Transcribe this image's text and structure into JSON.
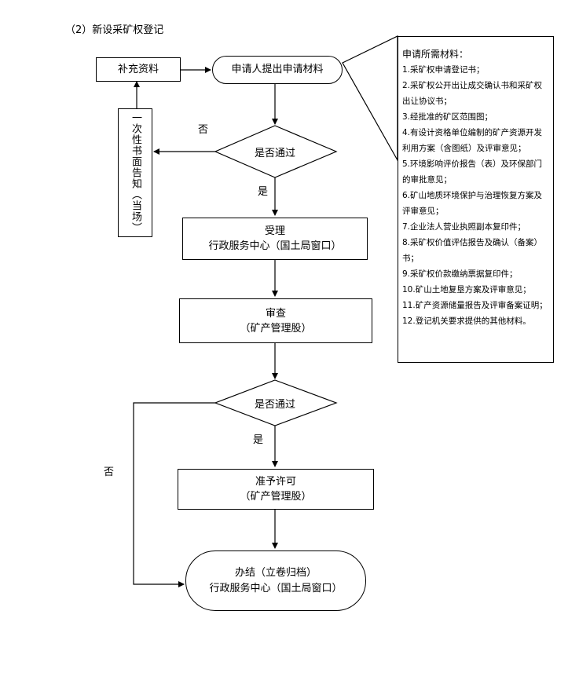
{
  "heading": "（2）新设采矿权登记",
  "nodes": {
    "supplement": "补充资料",
    "apply": "申请人提出申请材料",
    "decision1": "是否通过",
    "one_time_notice": "一次性书面告知（当场）",
    "accept_title": "受理",
    "accept_sub": "行政服务中心（国土局窗口）",
    "review_title": "审查",
    "review_sub": "（矿产管理股）",
    "decision2": "是否通过",
    "permit_title": "准予许可",
    "permit_sub": "（矿产管理股）",
    "finish_title": "办结（立卷归档）",
    "finish_sub": "行政服务中心（国土局窗口）"
  },
  "edge_labels": {
    "no1": "否",
    "yes1": "是",
    "yes2": "是",
    "no2": "否"
  },
  "requirements": {
    "title": "申请所需材料：",
    "items": [
      "1.采矿权申请登记书；",
      "2.采矿权公开出让成交确认书和采矿权出让协议书；",
      "3.经批准的矿区范围图；",
      "4.有设计资格单位编制的矿产资源开发利用方案（含图纸）及评审意见；",
      "5.环境影响评价报告（表）及环保部门的审批意见；",
      "6.矿山地质环境保护与治理恢复方案及评审意见；",
      "7.企业法人营业执照副本复印件；",
      "8.采矿权价值评估报告及确认（备案）书；",
      "9.采矿权价款缴纳票据复印件；",
      "10.矿山土地复垦方案及评审意见；",
      "11.矿产资源储量报告及评审备案证明；",
      "12.登记机关要求提供的其他材料。"
    ]
  }
}
